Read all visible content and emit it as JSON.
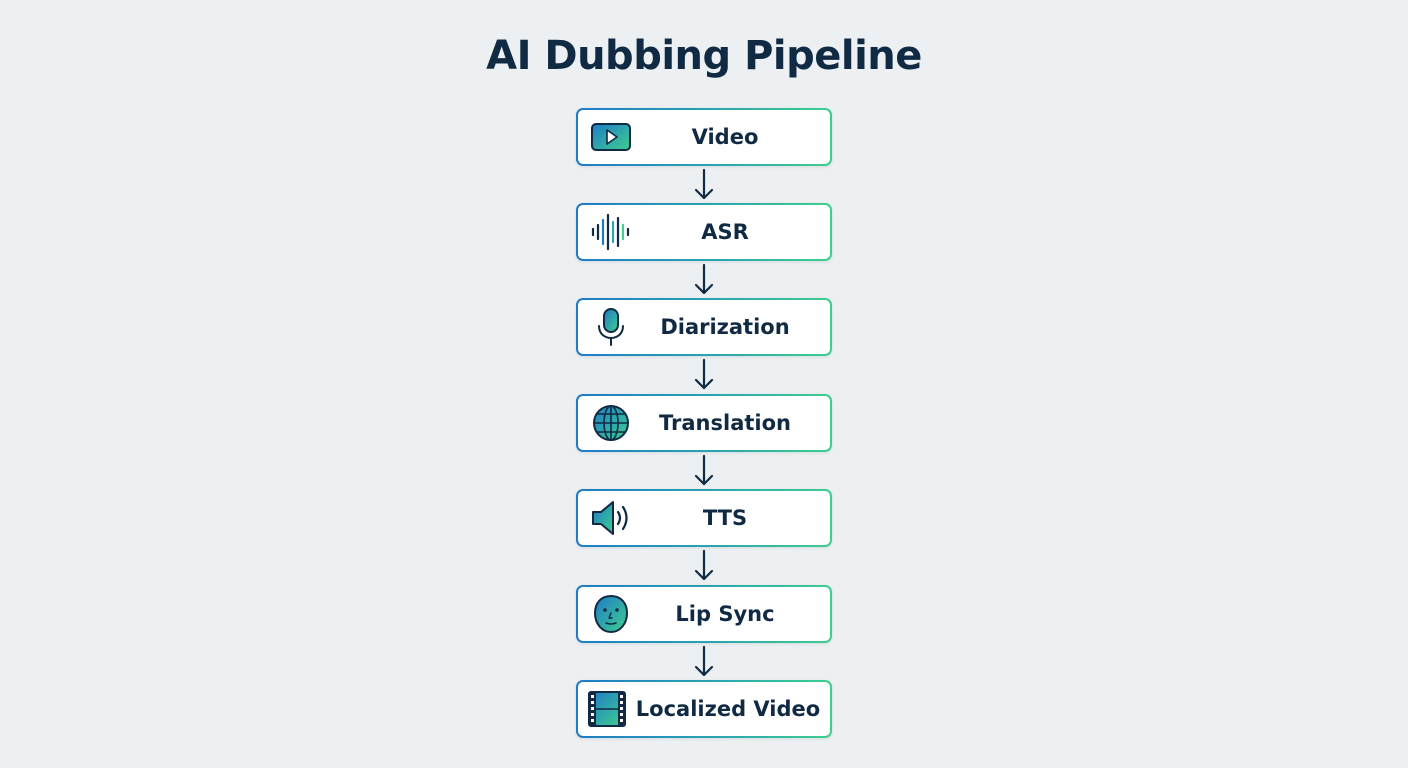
{
  "title": "AI Dubbing Pipeline",
  "stages": [
    {
      "label": "Video",
      "icon": "play-video-icon"
    },
    {
      "label": "ASR",
      "icon": "sound-waveform-icon"
    },
    {
      "label": "Diarization",
      "icon": "microphone-icon"
    },
    {
      "label": "Translation",
      "icon": "globe-icon"
    },
    {
      "label": "TTS",
      "icon": "speaker-icon"
    },
    {
      "label": "Lip Sync",
      "icon": "face-icon"
    },
    {
      "label": "Localized Video",
      "icon": "film-strip-icon"
    }
  ],
  "colors": {
    "background": "#edf0f2",
    "text": "#102a43",
    "gradient_start": "#1f7bc7",
    "gradient_end": "#3ecf8e"
  }
}
